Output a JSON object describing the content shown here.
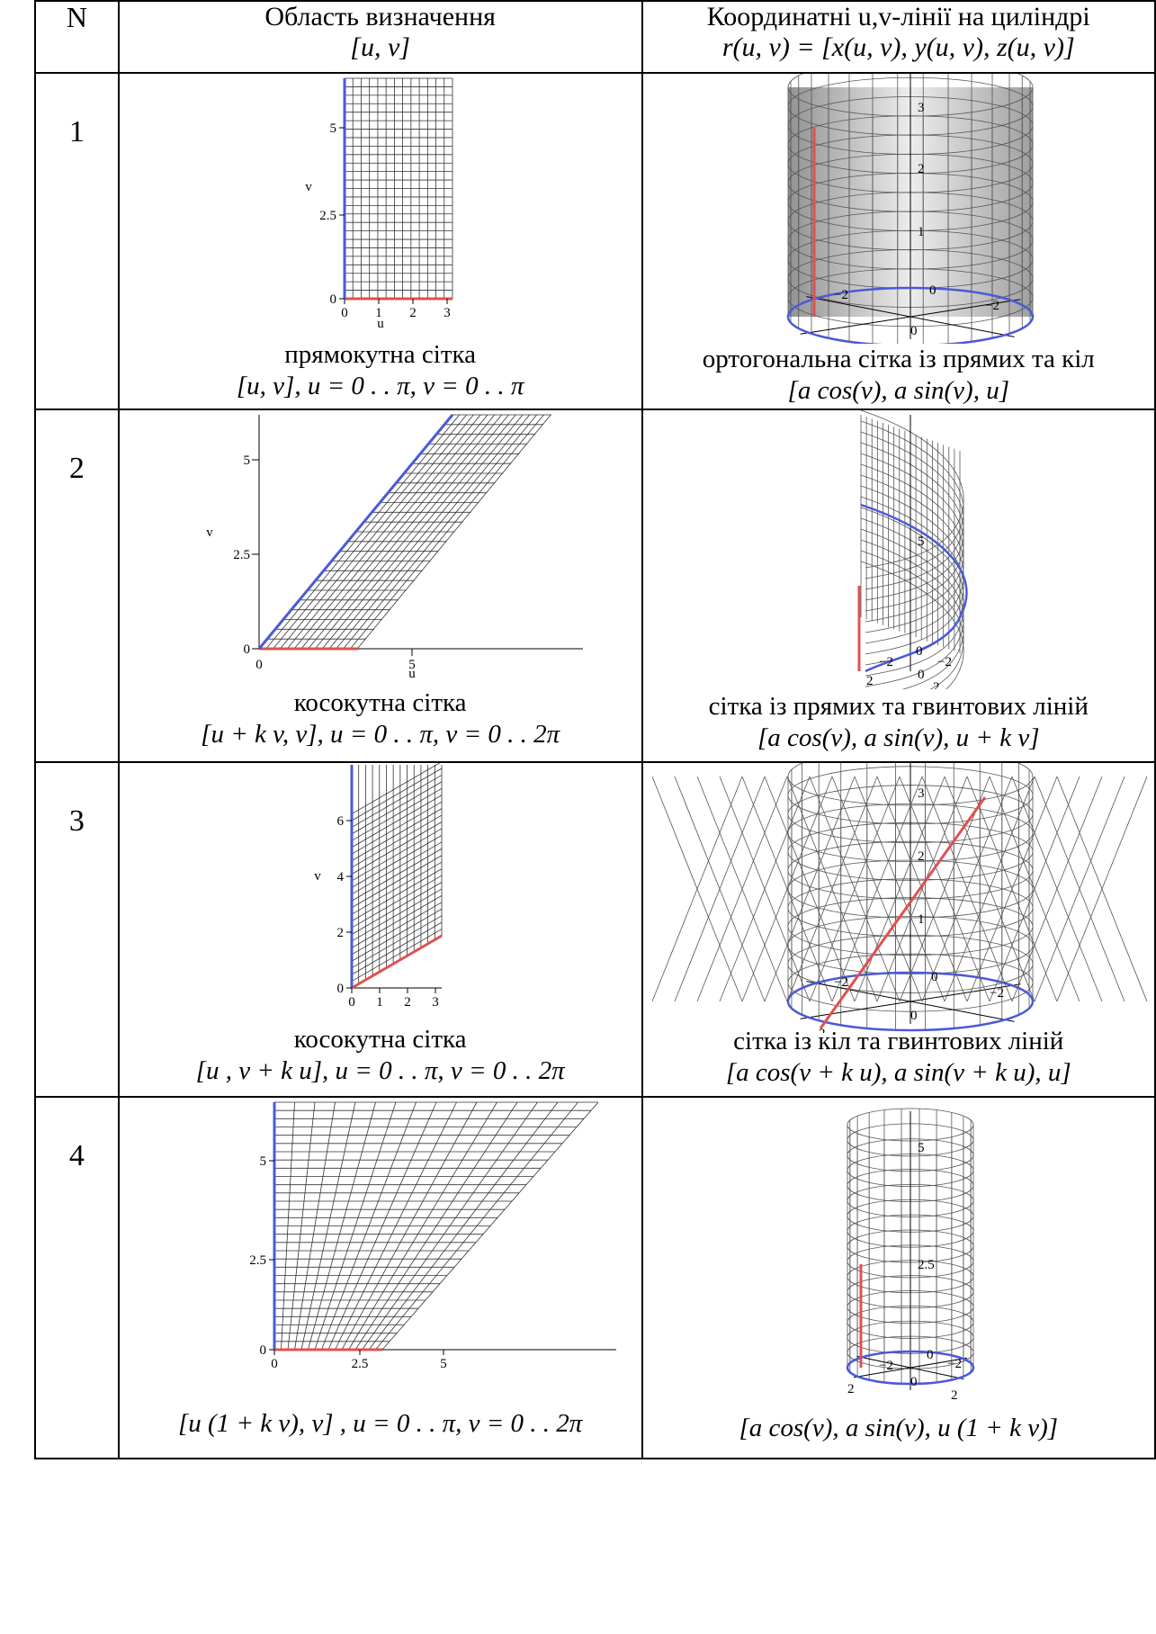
{
  "header": {
    "col_n": "N",
    "col_domain_line1": "Область визначення",
    "col_domain_line2": "[u, v]",
    "col_surface_line1": "Координатні u,v-лінії на циліндрі",
    "col_surface_line2": "r(u, v) = [x(u, v), y(u, v), z(u, v)]"
  },
  "rows": [
    {
      "n": "1",
      "domain_caption": "прямокутна сітка",
      "domain_formula": "[u, v], u  =  0 . . π, v  =  0 . . π",
      "surface_caption": "ортогональна сітка із прямих та кіл",
      "surface_formula": "[a cos(v), a sin(v), u]",
      "domain_ticks_x": [
        "0",
        "1",
        "2",
        "3"
      ],
      "domain_ticks_y": [
        "0",
        "2.5",
        "5"
      ],
      "domain_axis_x": "u",
      "domain_axis_y": "v",
      "surface_ticks": [
        "3",
        "2",
        "1",
        "0",
        "−2",
        "−2",
        "2",
        "2",
        "0"
      ]
    },
    {
      "n": "2",
      "domain_caption": "косокутна сітка",
      "domain_formula": "[u  +  k v, v], u  =  0 . . π, v  =  0 . . 2π",
      "surface_caption": "сітка із прямих та гвинтових ліній",
      "surface_formula": "[a cos(v), a sin(v), u + k v]",
      "domain_ticks_x": [
        "0",
        "5"
      ],
      "domain_ticks_y": [
        "0",
        "2.5",
        "5"
      ],
      "domain_axis_x": "u",
      "domain_axis_y": "v",
      "surface_ticks": [
        "5",
        "−2",
        "0",
        "−2",
        "2",
        "0",
        "2"
      ]
    },
    {
      "n": "3",
      "domain_caption": "косокутна сітка",
      "domain_formula": "[u , v + k u], u  =  0 . . π, v  =  0 . . 2π",
      "surface_caption": "сітка із кіл та гвинтових ліній",
      "surface_formula": "[a cos(v + k u), a sin(v + k u), u]",
      "domain_ticks_x": [
        "0",
        "1",
        "2",
        "3"
      ],
      "domain_ticks_y": [
        "0",
        "2",
        "4",
        "6"
      ],
      "domain_axis_x": "",
      "domain_axis_y": "v",
      "surface_ticks": [
        "3",
        "2",
        "1",
        "0",
        "−2",
        "−2",
        "2",
        "2",
        "0"
      ]
    },
    {
      "n": "4",
      "domain_caption": "",
      "domain_formula": "[u (1  +  k v), v] , u = 0 . . π, v = 0 . . 2π",
      "surface_caption": "",
      "surface_formula": "[a cos(v), a sin(v), u (1  +  k v)]",
      "domain_ticks_x": [
        "0",
        "2.5",
        "5"
      ],
      "domain_ticks_y": [
        "0",
        "2.5",
        "5"
      ],
      "domain_axis_x": "",
      "domain_axis_y": "",
      "surface_ticks": [
        "5",
        "2.5",
        "0",
        "−2",
        "−2",
        "2",
        "2",
        "0"
      ]
    }
  ],
  "colors": {
    "u_line": "#e05050",
    "v_line": "#4a5ad8",
    "grid": "#333333"
  }
}
